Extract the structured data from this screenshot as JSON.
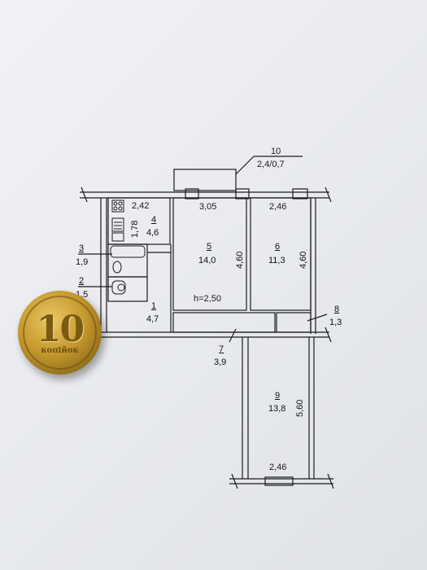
{
  "ceiling_height": "h=2,50",
  "rooms": [
    {
      "num": "1",
      "area": "4,7"
    },
    {
      "num": "2",
      "area": "1,5"
    },
    {
      "num": "3",
      "area": "1,9"
    },
    {
      "num": "4",
      "area": "4,6"
    },
    {
      "num": "5",
      "area": "14,0"
    },
    {
      "num": "6",
      "area": "11,3"
    },
    {
      "num": "7",
      "area": "3,9"
    },
    {
      "num": "8",
      "area": "1,3"
    },
    {
      "num": "9",
      "area": "13,8"
    },
    {
      "num": "10",
      "area": "2,4/0,7"
    }
  ],
  "dimensions": {
    "kitchen_width": "2,42",
    "kitchen_length": "1,78",
    "room5_width": "3,05",
    "room5_length": "4,60",
    "room6_width": "2,46",
    "room6_length": "4,60",
    "room9_length": "5,60",
    "room9_width": "2,46"
  },
  "coin": {
    "value": "10",
    "word": "копійок"
  }
}
